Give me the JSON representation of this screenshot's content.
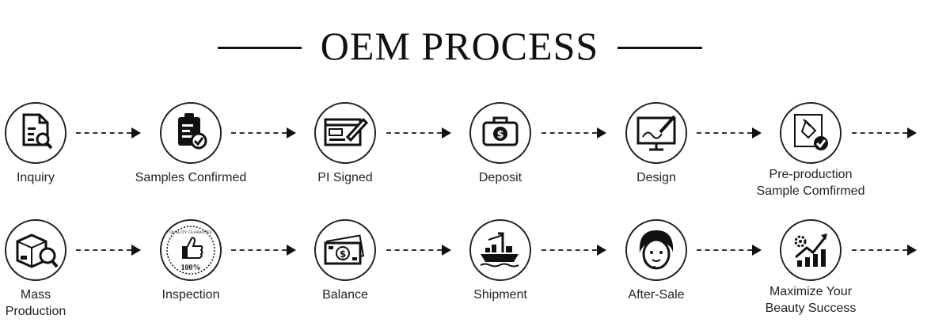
{
  "title": "OEM PROCESS",
  "steps_row1": [
    {
      "label": "Inquiry",
      "icon": "document-search-icon"
    },
    {
      "label": "Samples Confirmed",
      "icon": "clipboard-check-icon"
    },
    {
      "label": "PI Signed",
      "icon": "document-sign-icon"
    },
    {
      "label": "Deposit",
      "icon": "money-case-icon"
    },
    {
      "label": "Design",
      "icon": "monitor-brush-icon"
    },
    {
      "label": "Pre-production\nSample Comfirmed",
      "icon": "flask-check-icon"
    }
  ],
  "steps_row2": [
    {
      "label": "Mass\nProduction",
      "icon": "box-inspect-icon"
    },
    {
      "label": "Inspection",
      "icon": "quality-stamp-icon",
      "stamp_text": "100%",
      "stamp_ring_text": "QUALITY GUARANTEE"
    },
    {
      "label": "Balance",
      "icon": "banknote-icon"
    },
    {
      "label": "Shipment",
      "icon": "cargo-ship-icon"
    },
    {
      "label": "After-Sale",
      "icon": "support-headset-icon"
    },
    {
      "label": "Maximize Your\nBeauty Success",
      "icon": "growth-chart-icon"
    }
  ]
}
